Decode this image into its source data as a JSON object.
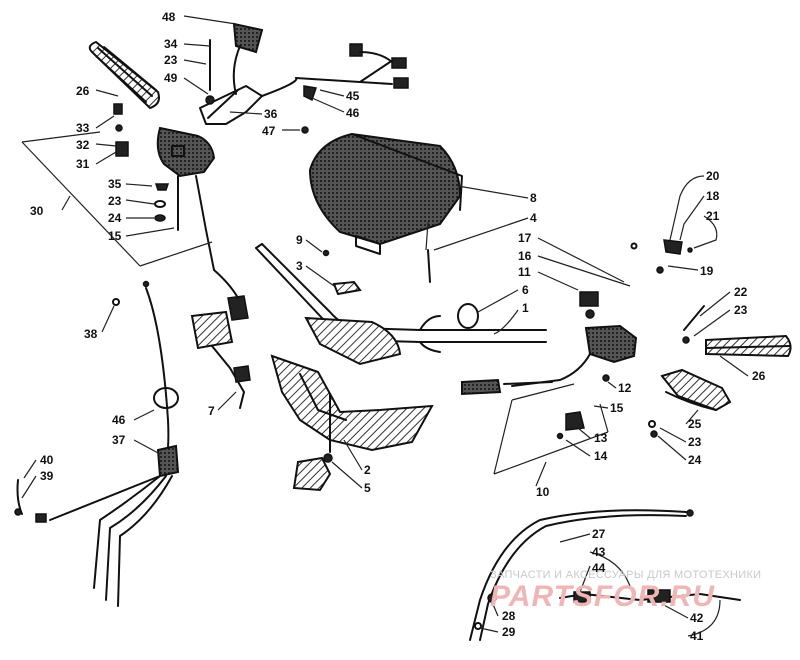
{
  "callouts": [
    {
      "id": "48",
      "text": "48"
    },
    {
      "id": "34",
      "text": "34"
    },
    {
      "id": "23a",
      "text": "23"
    },
    {
      "id": "49",
      "text": "49"
    },
    {
      "id": "26a",
      "text": "26"
    },
    {
      "id": "33",
      "text": "33"
    },
    {
      "id": "32",
      "text": "32"
    },
    {
      "id": "31",
      "text": "31"
    },
    {
      "id": "36",
      "text": "36"
    },
    {
      "id": "45",
      "text": "45"
    },
    {
      "id": "46a",
      "text": "46"
    },
    {
      "id": "47",
      "text": "47"
    },
    {
      "id": "30",
      "text": "30"
    },
    {
      "id": "35",
      "text": "35"
    },
    {
      "id": "23b",
      "text": "23"
    },
    {
      "id": "24a",
      "text": "24"
    },
    {
      "id": "15a",
      "text": "15"
    },
    {
      "id": "8",
      "text": "8"
    },
    {
      "id": "9",
      "text": "9"
    },
    {
      "id": "4",
      "text": "4"
    },
    {
      "id": "3",
      "text": "3"
    },
    {
      "id": "20",
      "text": "20"
    },
    {
      "id": "18",
      "text": "18"
    },
    {
      "id": "21",
      "text": "21"
    },
    {
      "id": "17",
      "text": "17"
    },
    {
      "id": "16",
      "text": "16"
    },
    {
      "id": "19",
      "text": "19"
    },
    {
      "id": "11",
      "text": "11"
    },
    {
      "id": "6",
      "text": "6"
    },
    {
      "id": "1",
      "text": "1"
    },
    {
      "id": "22",
      "text": "22"
    },
    {
      "id": "23c",
      "text": "23"
    },
    {
      "id": "38",
      "text": "38"
    },
    {
      "id": "7",
      "text": "7"
    },
    {
      "id": "26b",
      "text": "26"
    },
    {
      "id": "12",
      "text": "12"
    },
    {
      "id": "15b",
      "text": "15"
    },
    {
      "id": "46b",
      "text": "46"
    },
    {
      "id": "37",
      "text": "37"
    },
    {
      "id": "13",
      "text": "13"
    },
    {
      "id": "14",
      "text": "14"
    },
    {
      "id": "25",
      "text": "25"
    },
    {
      "id": "23d",
      "text": "23"
    },
    {
      "id": "24b",
      "text": "24"
    },
    {
      "id": "40",
      "text": "40"
    },
    {
      "id": "39",
      "text": "39"
    },
    {
      "id": "2",
      "text": "2"
    },
    {
      "id": "5",
      "text": "5"
    },
    {
      "id": "10",
      "text": "10"
    },
    {
      "id": "27",
      "text": "27"
    },
    {
      "id": "43",
      "text": "43"
    },
    {
      "id": "44",
      "text": "44"
    },
    {
      "id": "28",
      "text": "28"
    },
    {
      "id": "29",
      "text": "29"
    },
    {
      "id": "42",
      "text": "42"
    },
    {
      "id": "41",
      "text": "41"
    }
  ],
  "watermark": {
    "caption": "ЗАПЧАСТИ И АКСЕССУАРЫ ДЛЯ МОТОТЕХНИКИ",
    "logo": "PARTSFOR.RU"
  }
}
